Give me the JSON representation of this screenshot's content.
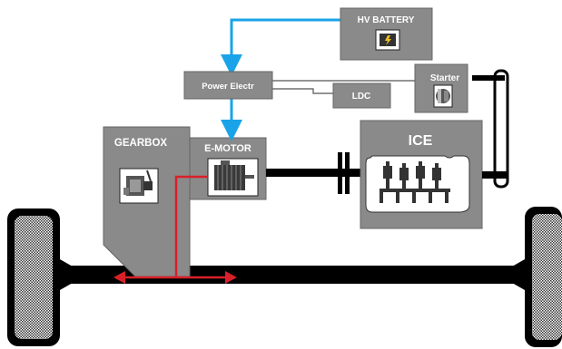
{
  "components": {
    "hv_battery": "HV BATTERY",
    "power_electronics": "Power Electr",
    "ldc": "LDC",
    "starter": "Starter",
    "gearbox": "GEARBOX",
    "emotor": "E-MOTOR",
    "ice": "ICE"
  },
  "colors": {
    "component_fill": "#8a8a8a",
    "hv_line": "#1aa3e8",
    "torque_path": "#d8202a",
    "shaft": "#000000"
  },
  "icons": {
    "battery": "battery-icon",
    "starter": "starter-icon",
    "gearbox": "gearbox-icon",
    "emotor": "motor-icon",
    "ice": "engine-cylinders-icon"
  }
}
